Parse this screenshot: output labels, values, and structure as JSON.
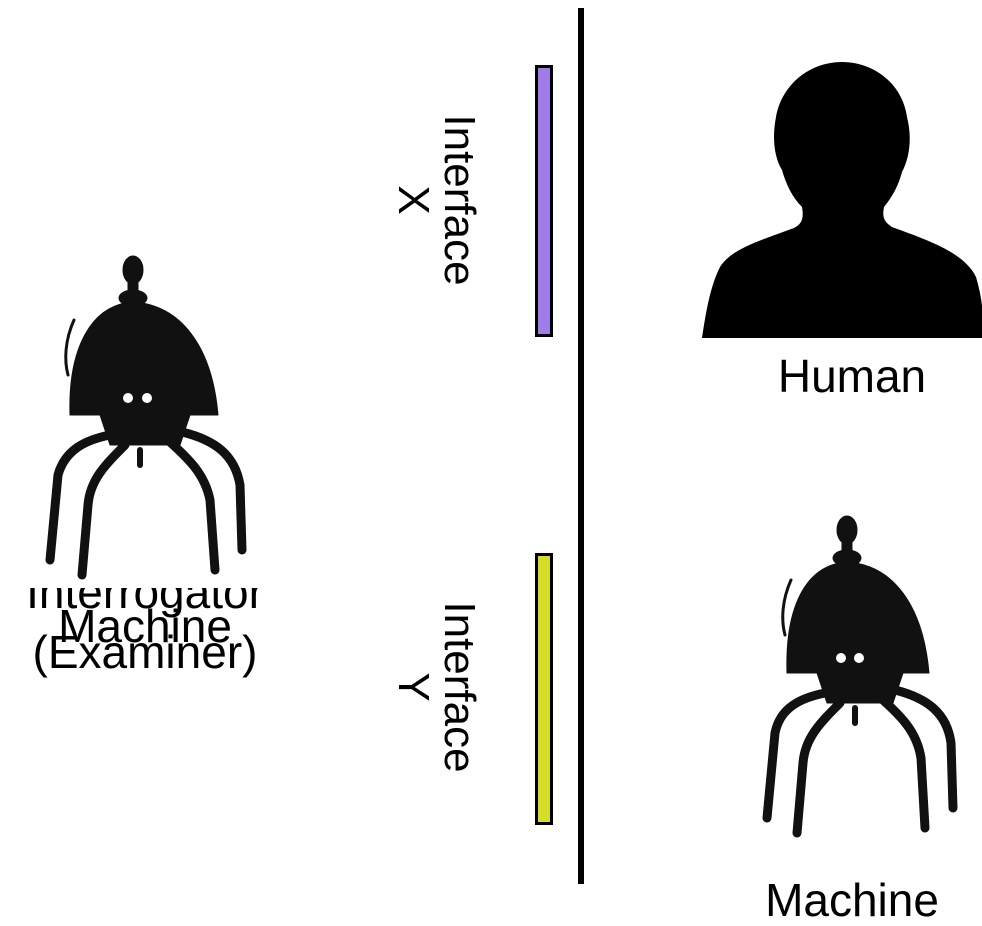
{
  "interfaces": {
    "x": {
      "word": "Interface",
      "letter": "X",
      "color": "#a07ce8"
    },
    "y": {
      "word": "Interface",
      "letter": "Y",
      "color": "#d6dc2a"
    }
  },
  "captions": {
    "human": "Human",
    "machine_right": "Machine",
    "left_line1": "Interrogator",
    "left_line2": "Machine",
    "left_line3": "(Examiner)"
  },
  "icons": {
    "left_figure": "robot-icon",
    "right_figure": "robot-icon",
    "human_figure": "human-silhouette-icon"
  }
}
